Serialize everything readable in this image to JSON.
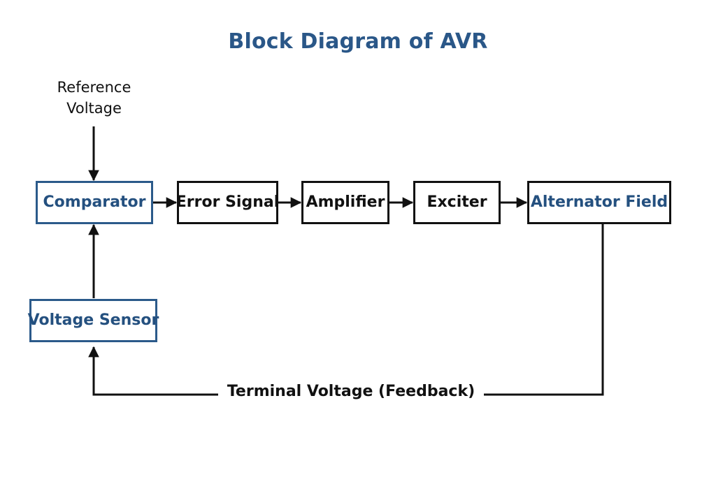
{
  "diagram": {
    "title": "Block Diagram of AVR",
    "title_color": "#2a5788",
    "background": "#ffffff",
    "accent_blue": "#24507f",
    "border_blue": "#2b5a8a",
    "border_black": "#111111",
    "nodes": [
      {
        "id": "comparator",
        "label": "Comparator",
        "border": "blue",
        "text": "blue"
      },
      {
        "id": "error-signal",
        "label": "Error Signal",
        "border": "black",
        "text": "black"
      },
      {
        "id": "amplifier",
        "label": "Amplifier",
        "border": "black",
        "text": "black"
      },
      {
        "id": "exciter",
        "label": "Exciter",
        "border": "black",
        "text": "black"
      },
      {
        "id": "alternator-field",
        "label": "Alternator Field",
        "border": "black",
        "text": "blue"
      },
      {
        "id": "voltage-sensor",
        "label": "Voltage Sensor",
        "border": "blue",
        "text": "blue"
      }
    ],
    "labels": {
      "reference_voltage_line1": "Reference",
      "reference_voltage_line2": "Voltage",
      "feedback": "Terminal Voltage (Feedback)"
    },
    "connections": [
      {
        "from": "reference-voltage",
        "to": "comparator",
        "type": "arrow",
        "direction": "down"
      },
      {
        "from": "comparator",
        "to": "error-signal",
        "type": "arrow",
        "direction": "right"
      },
      {
        "from": "error-signal",
        "to": "amplifier",
        "type": "arrow",
        "direction": "right"
      },
      {
        "from": "amplifier",
        "to": "exciter",
        "type": "arrow",
        "direction": "right"
      },
      {
        "from": "exciter",
        "to": "alternator-field",
        "type": "arrow",
        "direction": "right"
      },
      {
        "from": "alternator-field",
        "to": "voltage-sensor",
        "type": "feedback-path",
        "direction": "down-left-up"
      },
      {
        "from": "voltage-sensor",
        "to": "comparator",
        "type": "arrow",
        "direction": "up"
      }
    ]
  }
}
